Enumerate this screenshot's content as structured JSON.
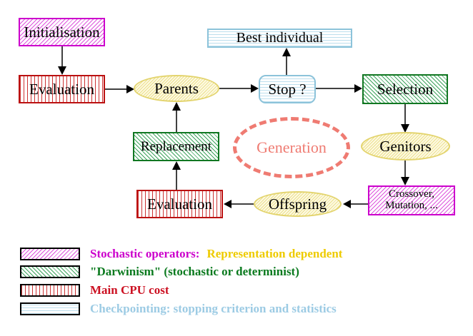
{
  "nodes": {
    "initialisation": "Initialisation",
    "evaluation_top": "Evaluation",
    "parents": "Parents",
    "best_individual": "Best individual",
    "stop": "Stop ?",
    "selection": "Selection",
    "replacement": "Replacement",
    "generation": "Generation",
    "genitors": "Genitors",
    "offspring": "Offspring",
    "evaluation_bottom": "Evaluation",
    "crossover_line1": "Crossover,",
    "crossover_line2": "Mutation, ..."
  },
  "legend": [
    {
      "swatch": "magenta-hatch",
      "text_primary": "Stochastic operators:",
      "text_secondary": "Representation dependent"
    },
    {
      "swatch": "green-hatch",
      "text_primary": "\"Darwinism\" (stochastic or determinist)"
    },
    {
      "swatch": "red-stripe",
      "text_primary": "Main CPU cost"
    },
    {
      "swatch": "cyan-stripe",
      "text_primary": "Checkpointing: stopping criterion and statistics"
    }
  ],
  "colors": {
    "magenta": "#cc00cc",
    "red": "#bb1111",
    "green": "#117722",
    "cyan_border": "#8cc3da",
    "yellow_border": "#e3d46e",
    "salmon": "#ef7b72",
    "legend_yellow_text": "#eecb00",
    "legend_blue_text": "#9ccbe4",
    "legend_green_text": "#0a7a1e",
    "legend_red_text": "#cc1122",
    "arrow": "#000000",
    "background": "#ffffff"
  }
}
